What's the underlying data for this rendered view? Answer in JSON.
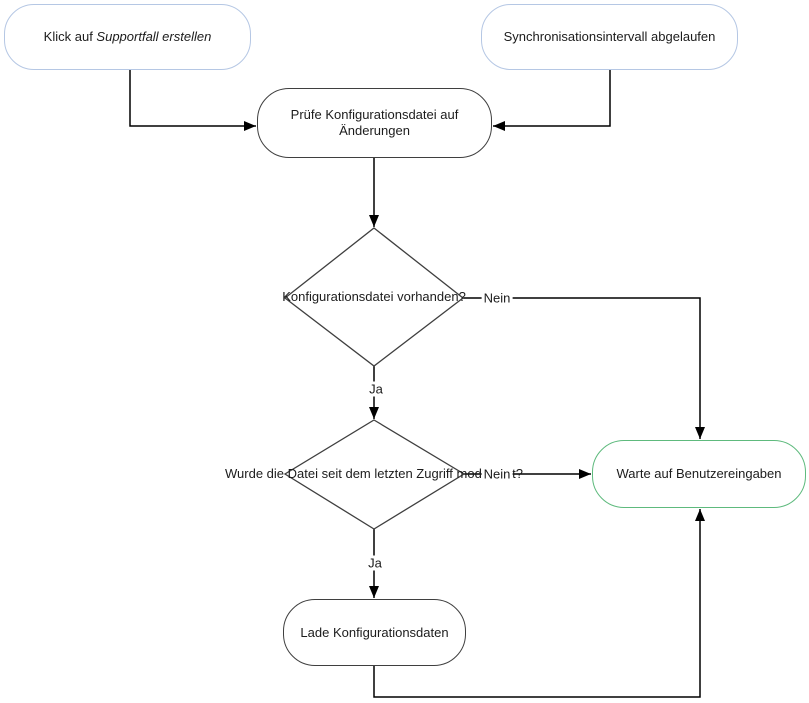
{
  "nodes": {
    "klick": {
      "text_normal": "Klick auf ",
      "text_italic": "Supportfall erstellen"
    },
    "sync": {
      "label": "Synchronisationsintervall abgelaufen"
    },
    "pruefe": {
      "lines": [
        "Prüfe Konfigurationsdatei auf",
        "Änderungen"
      ]
    },
    "decision_vorhanden": {
      "lines": [
        "Konfigurationsdatei",
        "vorhanden?"
      ]
    },
    "decision_modifiziert": {
      "lines": [
        "Wurde die Datei",
        "seit dem letzten Zugriff",
        "modifiziert?"
      ]
    },
    "warte": {
      "label": "Warte auf Benutzereingaben"
    },
    "lade": {
      "label": "Lade Konfigurationsdaten"
    }
  },
  "edge_labels": {
    "d1_nein": "Nein",
    "d1_ja": "Ja",
    "d2_nein": "Nein",
    "d2_ja": "Ja"
  },
  "colors": {
    "event_border": "#b5c7e4",
    "process_border": "#3f3f3f",
    "wait_border": "#5eba7d",
    "line": "#000000",
    "text": "#1c1c1c",
    "background": "#ffffff"
  }
}
